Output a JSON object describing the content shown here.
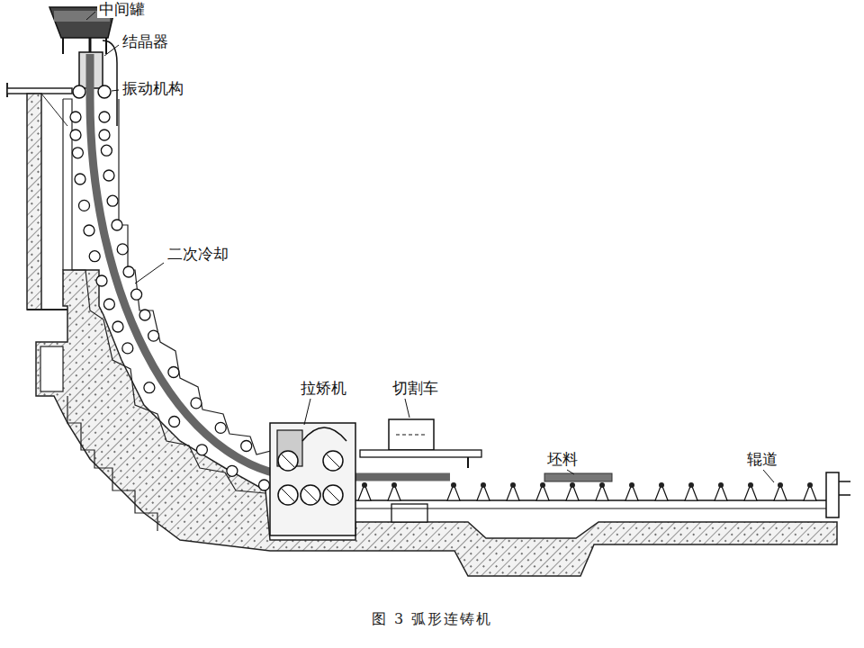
{
  "diagram": {
    "caption": "图 3 弧形连铸机",
    "labels": [
      "中间罐",
      "结晶器",
      "振动机构",
      "二次冷却",
      "拉矫机",
      "切割车",
      "坯料",
      "辊道"
    ]
  }
}
